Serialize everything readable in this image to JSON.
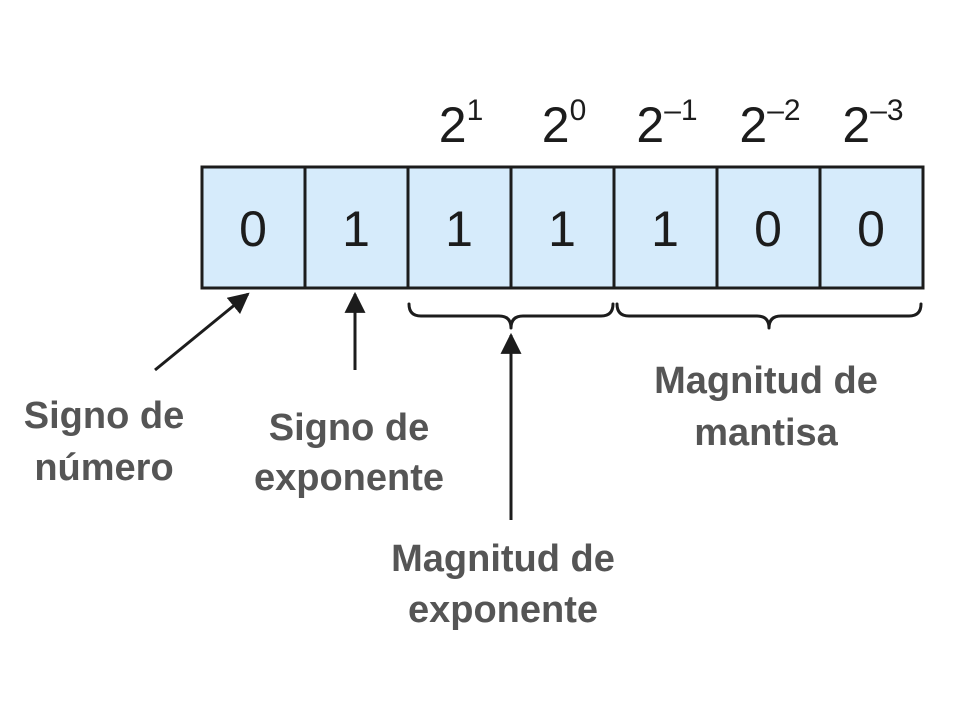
{
  "weights": [
    {
      "base": "2",
      "exp": "1"
    },
    {
      "base": "2",
      "exp": "0"
    },
    {
      "base": "2",
      "exp": "–1"
    },
    {
      "base": "2",
      "exp": "–2"
    },
    {
      "base": "2",
      "exp": "–3"
    }
  ],
  "bits": [
    "0",
    "1",
    "1",
    "1",
    "1",
    "0",
    "0"
  ],
  "labels": {
    "sign_number": [
      "Signo de",
      "número"
    ],
    "sign_exponent": [
      "Signo de",
      "exponente"
    ],
    "exponent_magnitude": [
      "Magnitud de",
      "exponente"
    ],
    "mantissa_magnitude": [
      "Magnitud de",
      "mantisa"
    ]
  },
  "colors": {
    "cell_fill": "#d6ebfb",
    "stroke": "#1c1c1c",
    "label": "#555555"
  }
}
